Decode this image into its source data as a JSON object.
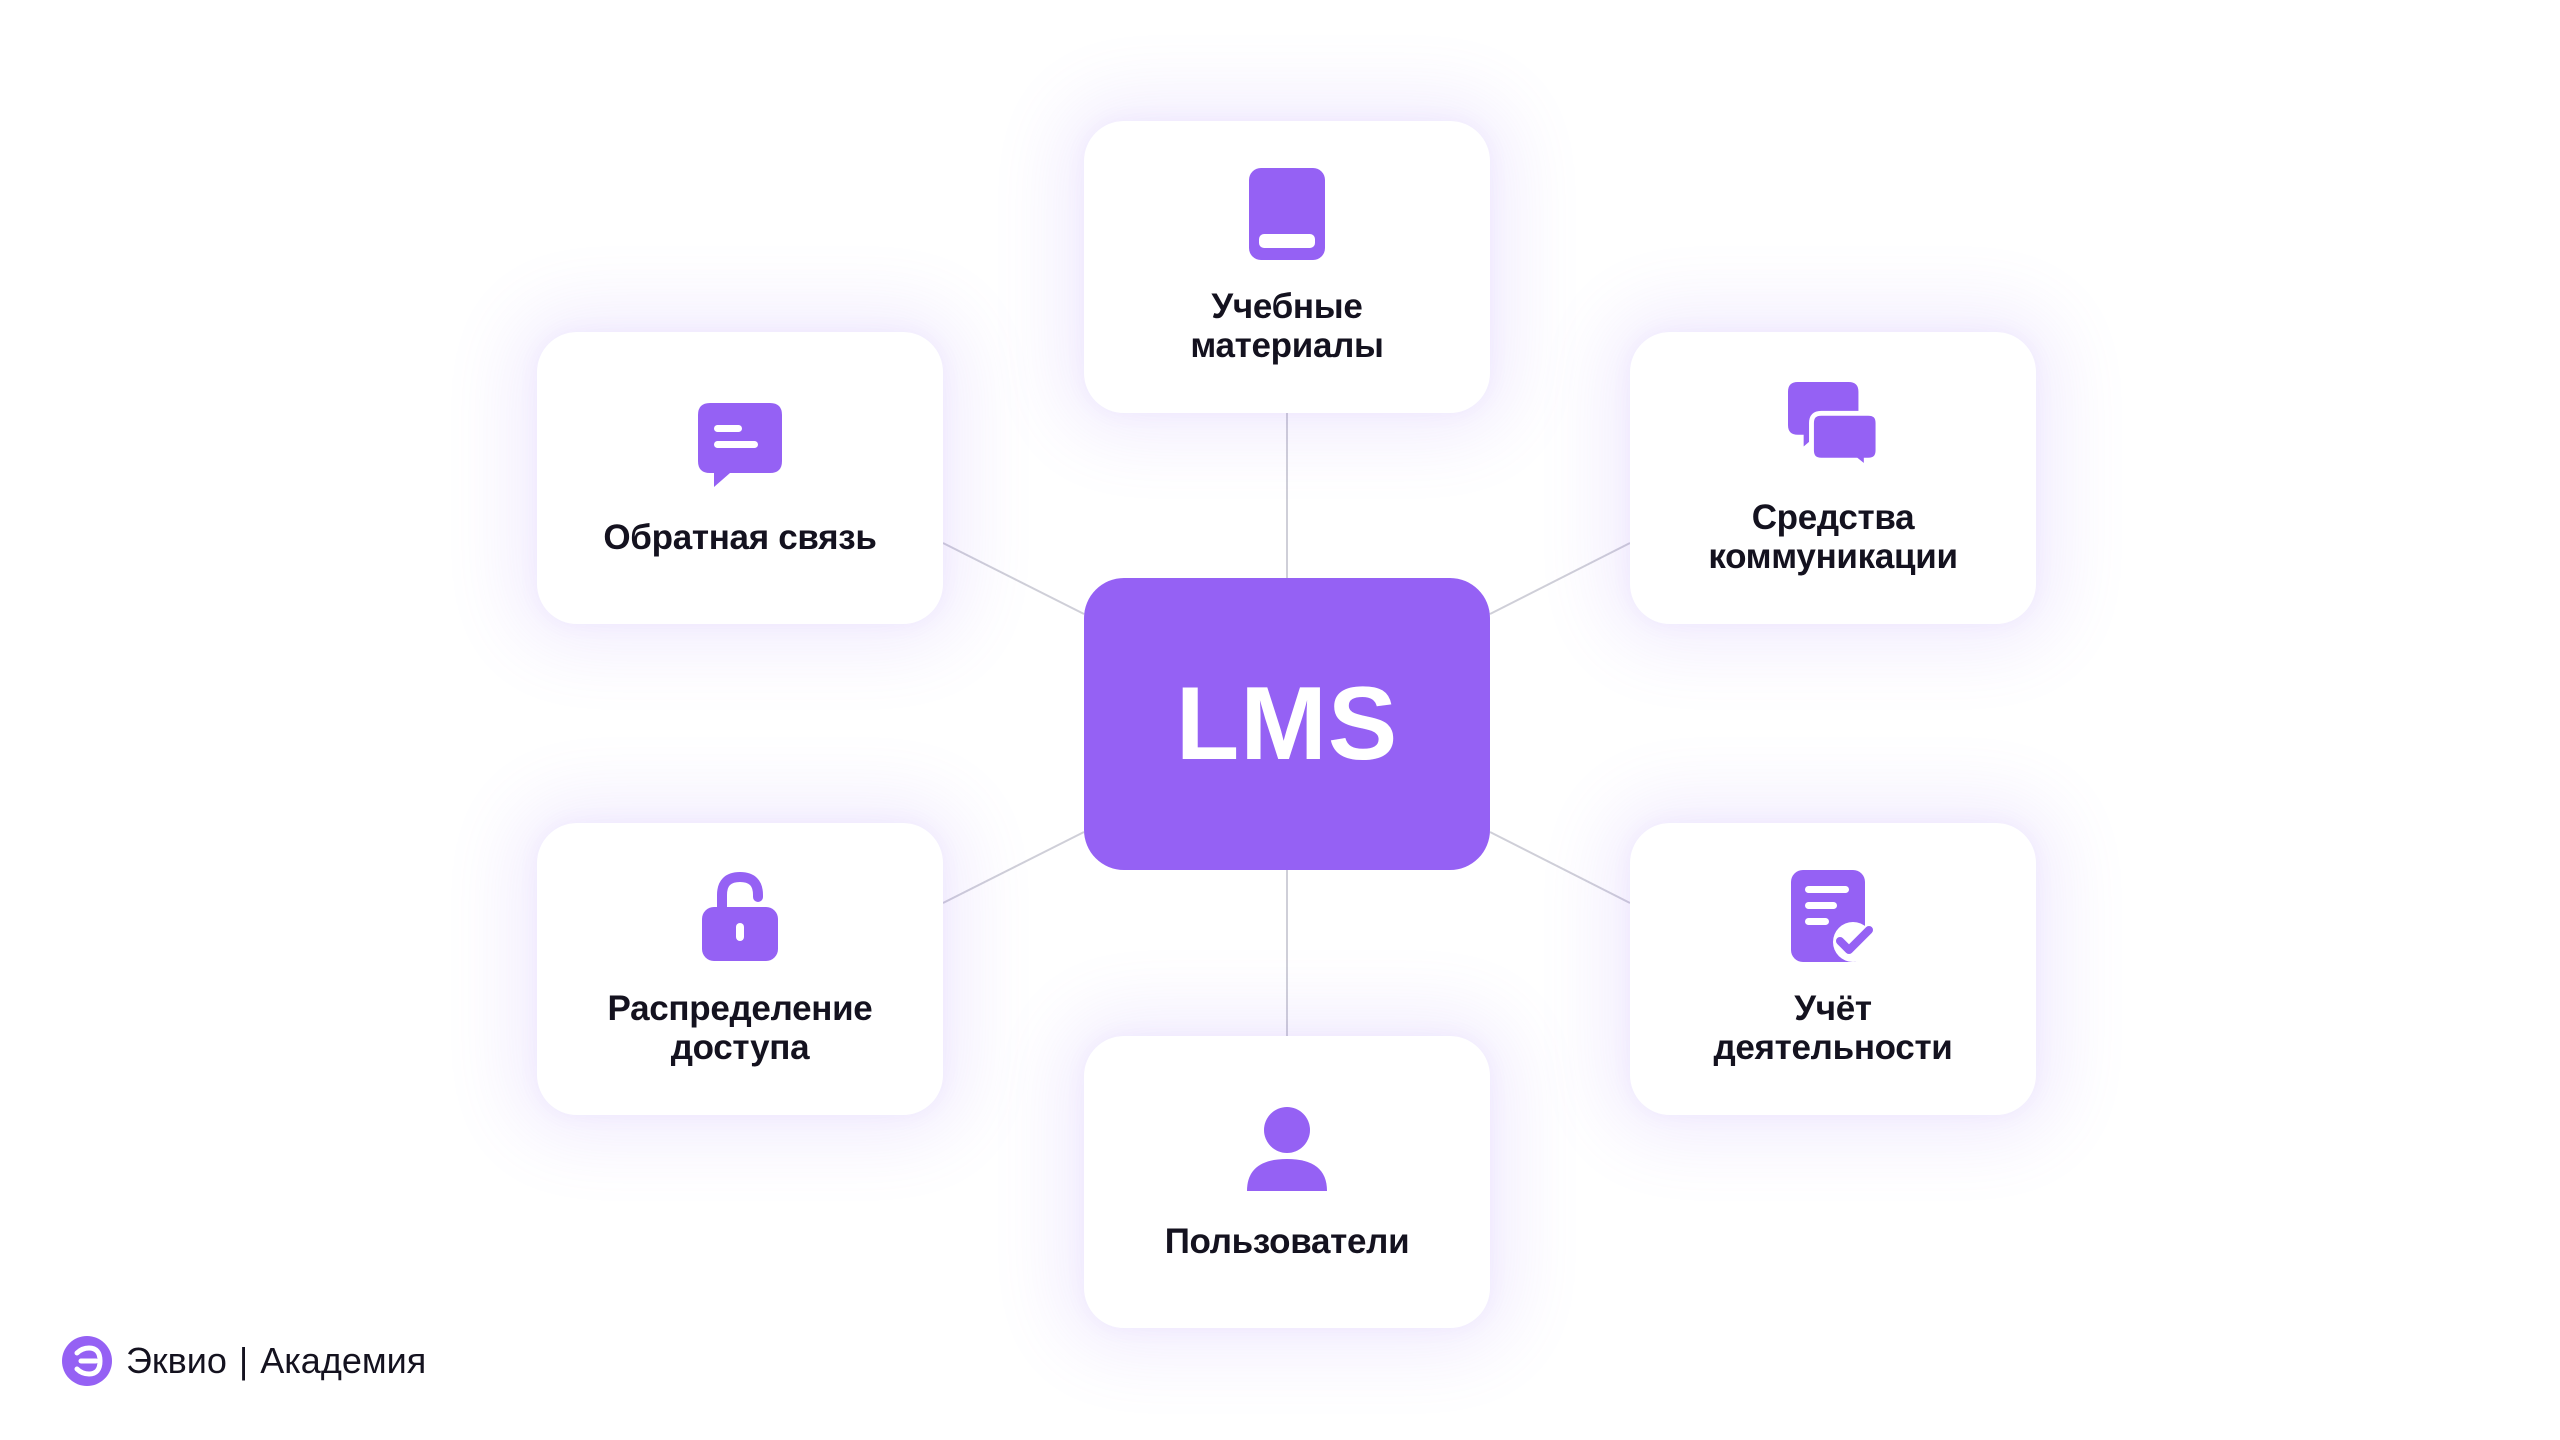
{
  "diagram": {
    "center": {
      "label": "LMS"
    },
    "nodes": [
      {
        "id": "top",
        "label": "Учебные\nматериалы",
        "icon": "book-icon"
      },
      {
        "id": "top-right",
        "label": "Средства\nкоммуникации",
        "icon": "chat-bubbles-icon"
      },
      {
        "id": "bottom-right",
        "label": "Учёт\nдеятельности",
        "icon": "document-check-icon"
      },
      {
        "id": "bottom",
        "label": "Пользователи",
        "icon": "user-icon"
      },
      {
        "id": "bottom-left",
        "label": "Распределение\nдоступа",
        "icon": "unlock-icon"
      },
      {
        "id": "top-left",
        "label": "Обратная связь",
        "icon": "message-icon"
      }
    ]
  },
  "brand": {
    "name": "Эквио",
    "separator": "|",
    "sub": "Академия"
  },
  "colors": {
    "accent": "#9561f4",
    "text": "#14121f",
    "connector": "#cfcfd8",
    "background": "#ffffff"
  }
}
